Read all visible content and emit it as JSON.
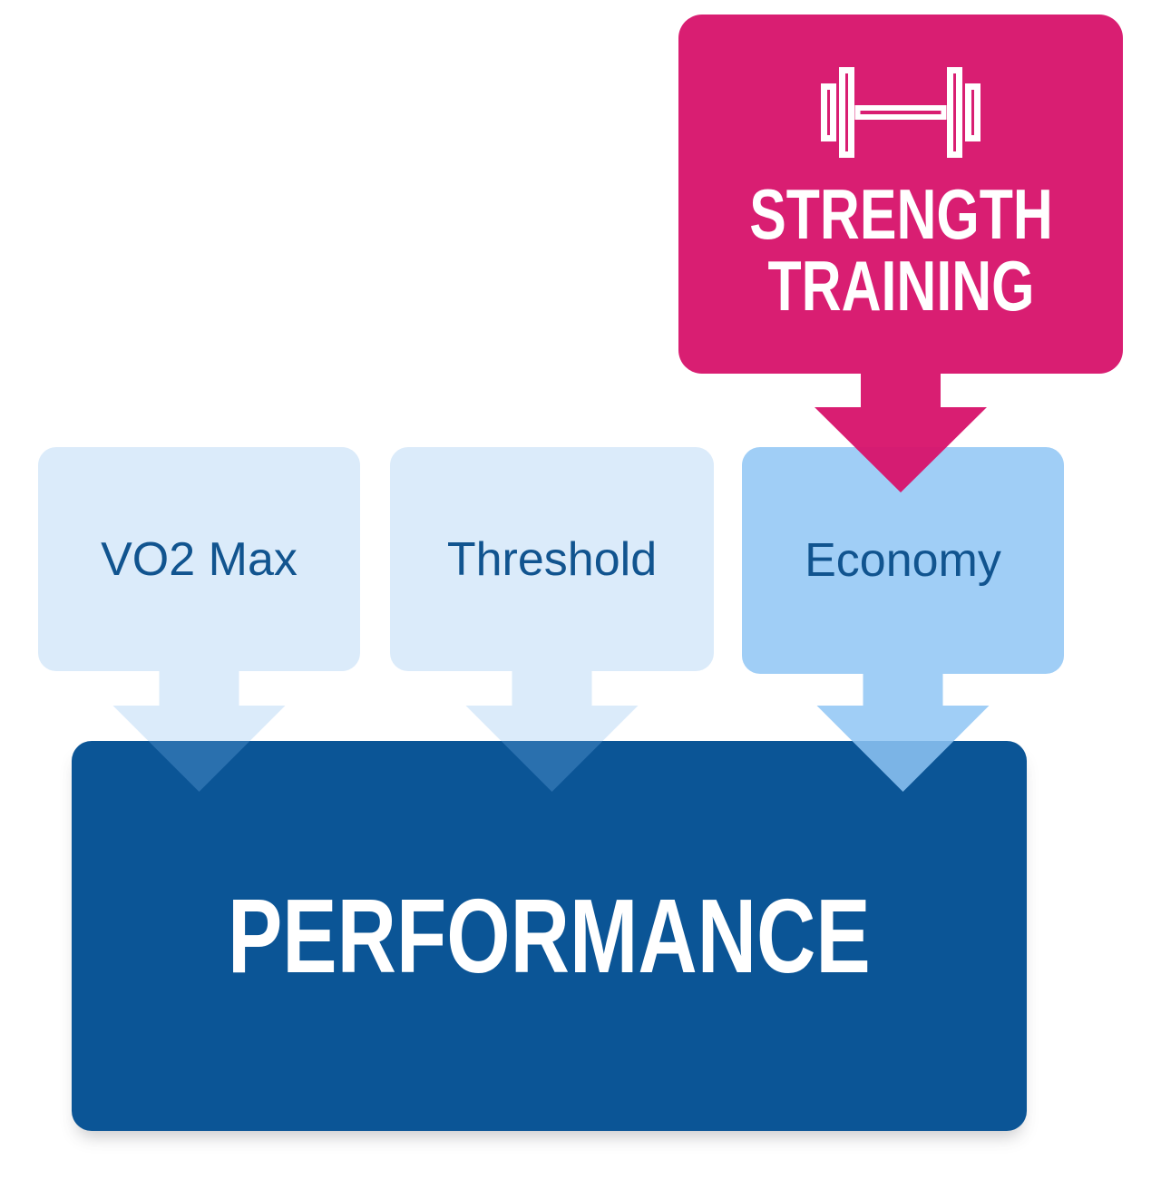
{
  "diagram": {
    "title": "strength-training-performance-flow",
    "strength_box": {
      "line1": "STRENGTH",
      "line2": "TRAINING",
      "icon": "dumbbell-icon",
      "color": "#D91A72",
      "text_color": "#FFFFFF"
    },
    "factors": [
      {
        "label": "VO2 Max",
        "fill": "#DBEBFA"
      },
      {
        "label": "Threshold",
        "fill": "#DBEBFA"
      },
      {
        "label": "Economy",
        "fill": "#9BCDF6"
      }
    ],
    "performance": {
      "label": "PERFORMANCE",
      "color": "#0B5596",
      "text_color": "#FFFFFF"
    },
    "colors": {
      "factor_label_text": "#11548F",
      "light_arrow_over_dark": "#2E6FA8",
      "economy_arrow_over_dark": "#7BB4E6",
      "background": "#FFFFFF"
    },
    "flow": [
      "STRENGTH TRAINING -> Economy",
      "VO2 Max -> PERFORMANCE",
      "Threshold -> PERFORMANCE",
      "Economy -> PERFORMANCE"
    ]
  }
}
